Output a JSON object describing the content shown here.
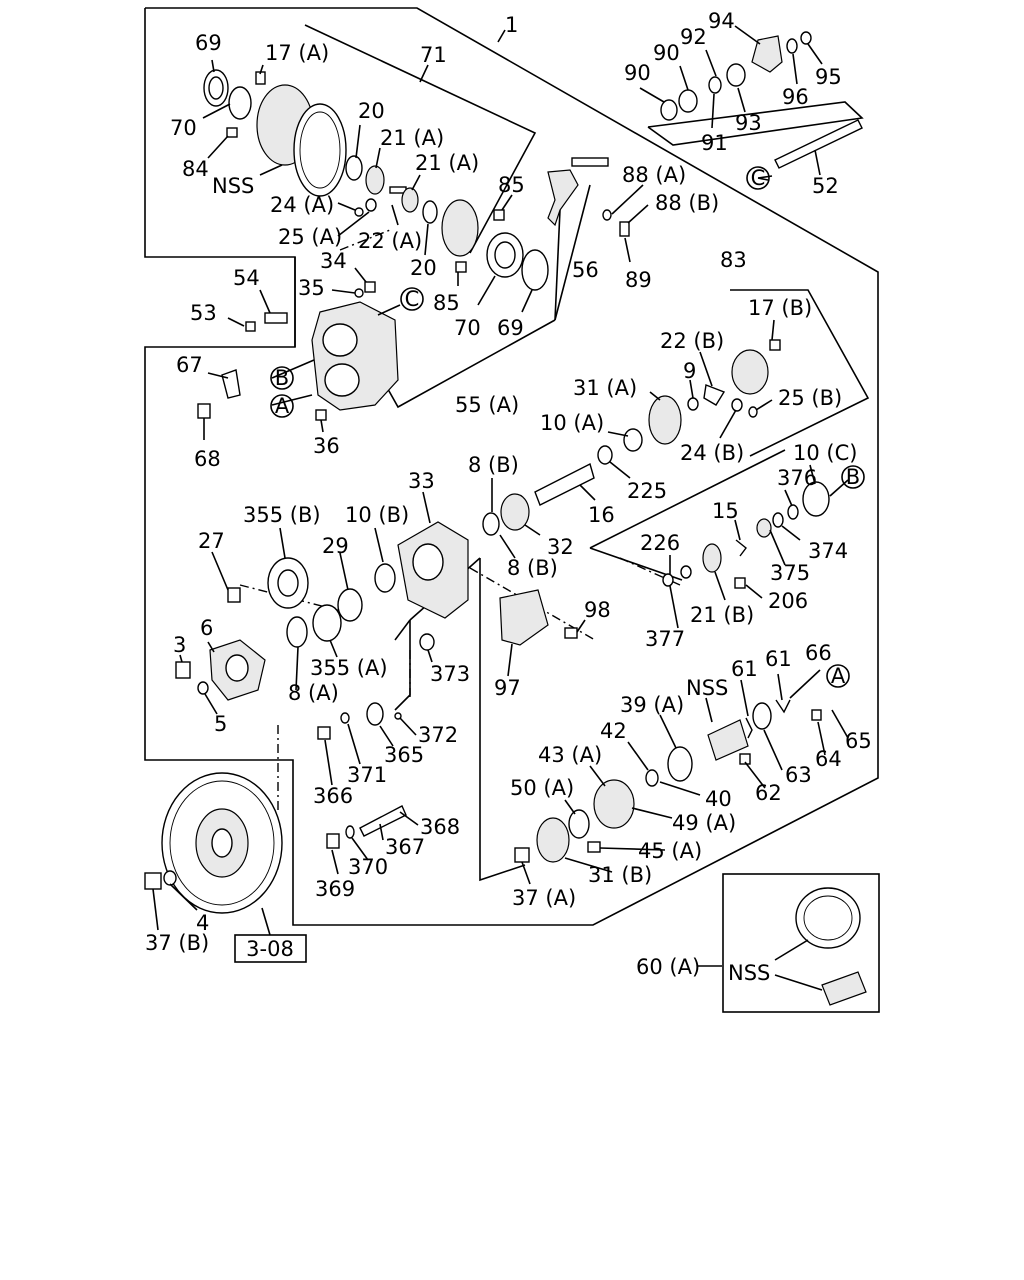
{
  "labels": {
    "l1": "1",
    "l69a": "69",
    "l17a": "17 (A)",
    "l71": "71",
    "l70a": "70",
    "l20a": "20",
    "l21a1": "21 (A)",
    "l21a2": "21 (A)",
    "l84": "84",
    "nss1": "NSS",
    "l24a": "24 (A)",
    "l85a": "85",
    "l25a": "25 (A)",
    "l22a": "22 (A)",
    "l20b": "20",
    "l85b": "85",
    "l70b": "70",
    "l69b": "69",
    "l34": "34",
    "l35": "35",
    "l54": "54",
    "l53": "53",
    "l56": "56",
    "l88a": "88 (A)",
    "l88b": "88 (B)",
    "l89": "89",
    "l90a": "90",
    "l90b": "90",
    "l92": "92",
    "l94": "94",
    "l95": "95",
    "l96": "96",
    "l91": "91",
    "l93": "93",
    "l52": "52",
    "l83": "83",
    "l17b": "17 (B)",
    "l67": "67",
    "l68": "68",
    "l36": "36",
    "l55a": "55 (A)",
    "l22b": "22 (B)",
    "l9": "9",
    "l31a": "31 (A)",
    "l10a": "10 (A)",
    "l25b": "25 (B)",
    "l24b": "24 (B)",
    "l10c": "10 (C)",
    "l225": "225",
    "l376": "376",
    "l8b1": "8 (B)",
    "l33": "33",
    "l16": "16",
    "l15": "15",
    "l374": "374",
    "l355b": "355 (B)",
    "l10b": "10 (B)",
    "l32": "32",
    "l226": "226",
    "l375": "375",
    "l27": "27",
    "l29": "29",
    "l8b2": "8 (B)",
    "l206": "206",
    "l98": "98",
    "l21b": "21 (B)",
    "l377": "377",
    "l6": "6",
    "l3": "3",
    "l355a": "355 (A)",
    "l373": "373",
    "l66": "66",
    "l61a": "61",
    "l61b": "61",
    "nss2": "NSS",
    "l39a": "39 (A)",
    "l97": "97",
    "l5": "5",
    "l8a": "8 (A)",
    "l372": "372",
    "l42": "42",
    "l365": "365",
    "l65": "65",
    "l371": "371",
    "l43a": "43 (A)",
    "l64": "64",
    "l366": "366",
    "l63": "63",
    "l62": "62",
    "l40": "40",
    "l50a": "50 (A)",
    "l49a": "49 (A)",
    "l368": "368",
    "l367": "367",
    "l45a": "45 (A)",
    "l370": "370",
    "l31b": "31 (B)",
    "l369": "369",
    "l37a": "37 (A)",
    "l4": "4",
    "l37b": "37 (B)",
    "ref308": "3-08",
    "l60a": "60 (A)",
    "nss3": "NSS",
    "cA1": "A",
    "cA2": "A",
    "cB1": "B",
    "cB2": "B",
    "cC1": "C",
    "cC2": "C"
  }
}
